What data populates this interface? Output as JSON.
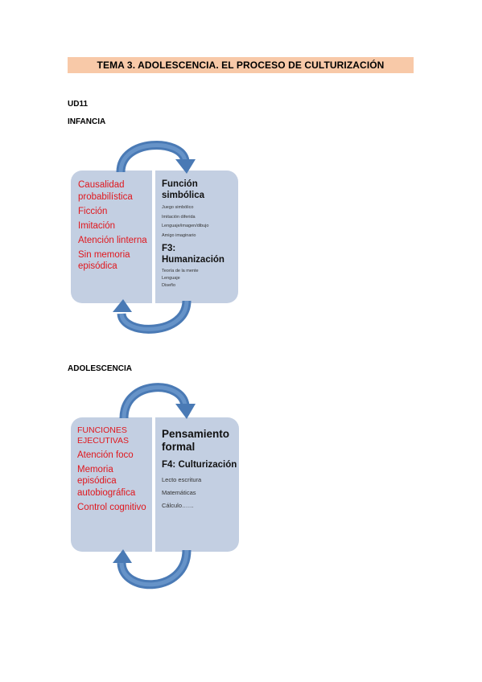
{
  "title": "TEMA 3. ADOLESCENCIA. EL PROCESO DE CULTURIZACIÓN",
  "unit": "UD11",
  "sections": [
    {
      "label": "INFANCIA",
      "left_items": [
        "Causalidad probabilística",
        "Ficción",
        "Imitación",
        "Atención linterna",
        "Sin memoria episódica"
      ],
      "right_heading_1": "Función simbólica",
      "right_small_1": [
        "Juego simbólico",
        "Imitación diferida",
        "Lenguaje/imagen/dibujo",
        "Amigo imaginario"
      ],
      "right_heading_2": "F3: Humanización",
      "right_small_2": [
        "Teoría de la mente",
        "Lenguaje",
        "Diseño"
      ]
    },
    {
      "label": "ADOLESCENCIA",
      "left_items": [
        "FUNCIONES EJECUTIVAS",
        "Atención foco",
        "Memoria episódica autobiográfica",
        "Control cognitivo"
      ],
      "right_heading_1": "Pensamiento formal",
      "right_heading_2": "F4: Culturización",
      "right_small_2": [
        "Lecto escritura",
        "Matemáticas",
        "Cálculo……"
      ]
    }
  ],
  "colors": {
    "title_bg": "#f8c9a8",
    "panel": "#c3cfe2",
    "arrow": "#4f81bd",
    "red_text": "#e0171d"
  }
}
